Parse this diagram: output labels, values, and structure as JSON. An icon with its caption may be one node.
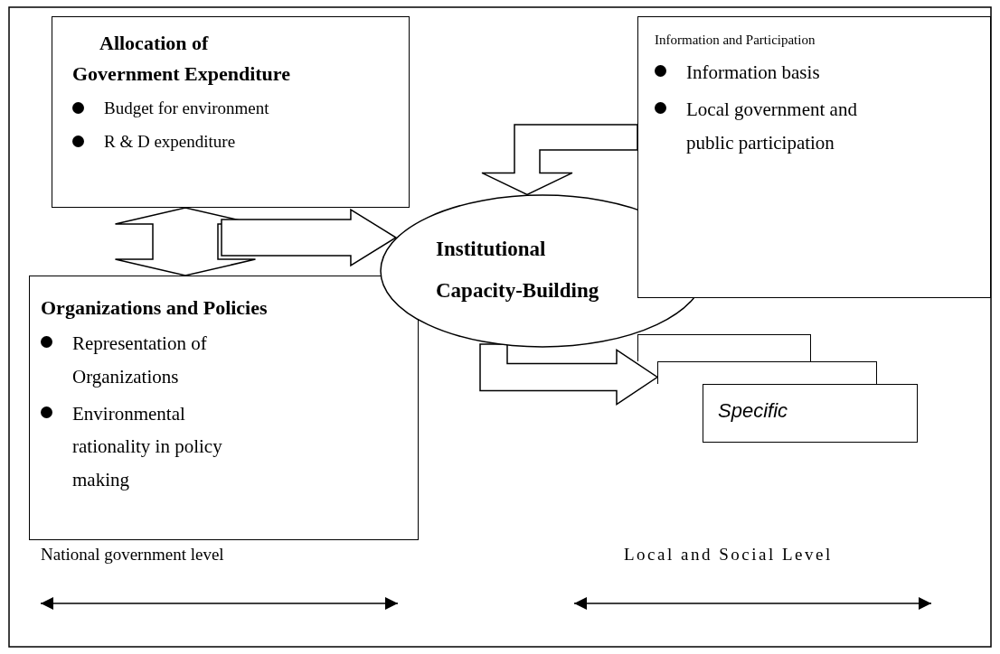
{
  "diagram": {
    "nodes": [
      {
        "text": [
          "Allocation of Government Expenditure",
          "Budget for environment",
          "R & D expenditure"
        ]
      },
      {
        "text": [
          "Information and Participation",
          "Information basis",
          "Local government and public participation"
        ]
      },
      {
        "text": [
          "Institutional Capacity-Building"
        ]
      },
      {
        "text": [
          "Organizations and Policies",
          "Representation of Organizations",
          "Environmental rationality in policy making"
        ]
      },
      {
        "text": [],
        "shape": "box"
      },
      {
        "text": [],
        "shape": "box"
      },
      {
        "text": [
          "Specific"
        ]
      }
    ],
    "edges": [
      {
        "from": 0,
        "to": 3,
        "arrow": "both"
      },
      {
        "from": null,
        "to": 2,
        "arrow": "to"
      },
      {
        "from": 1,
        "to": 2,
        "arrow": "to"
      },
      {
        "from": 2,
        "to": 5,
        "arrow": "to"
      }
    ],
    "labels": [
      "National government level",
      "Local and Social Level"
    ]
  }
}
